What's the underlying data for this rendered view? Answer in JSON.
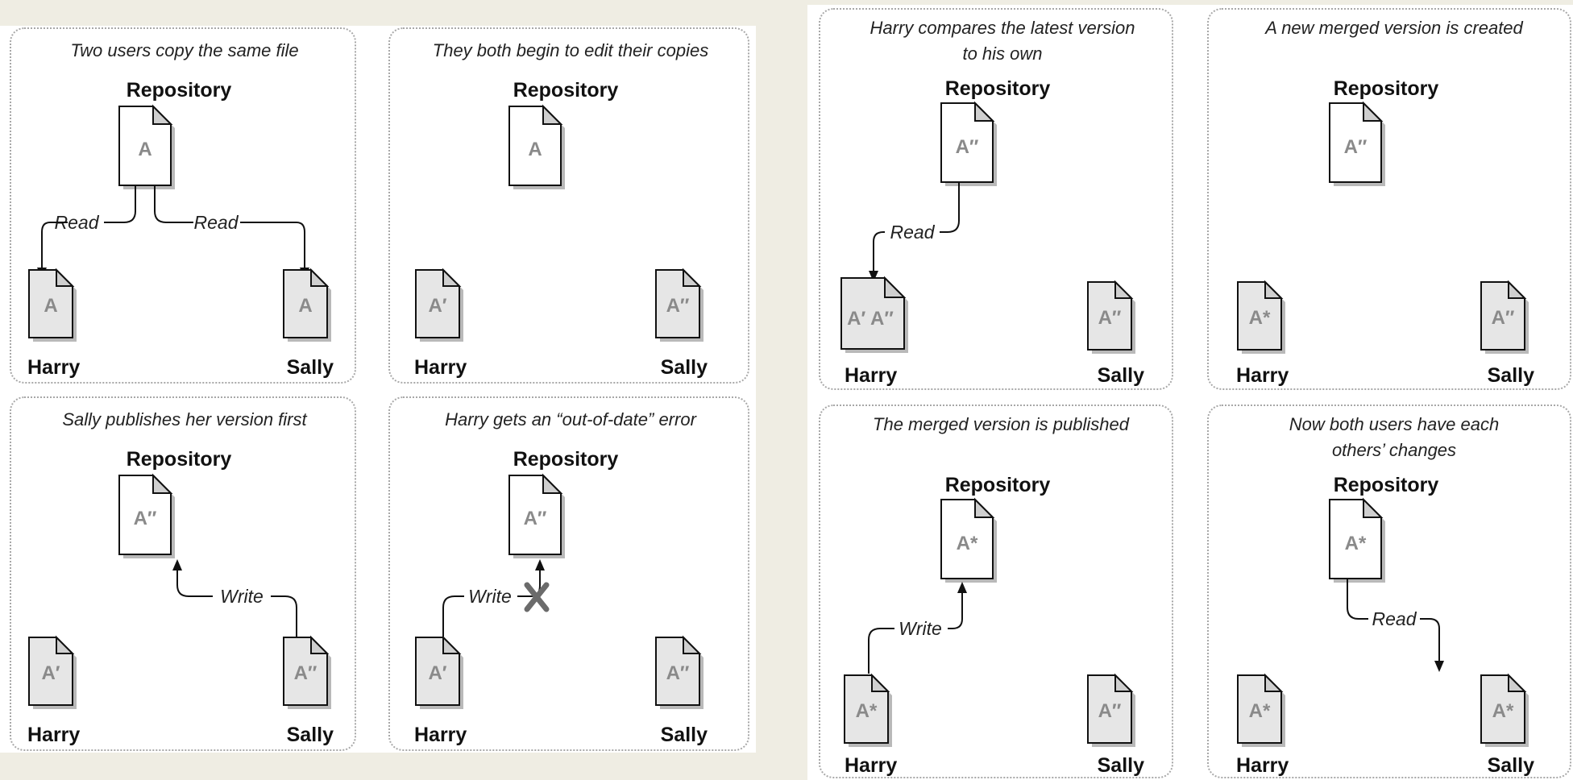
{
  "labels": {
    "repository": "Repository",
    "harry": "Harry",
    "sally": "Sally",
    "read": "Read",
    "write": "Write"
  },
  "panels": [
    {
      "caption": [
        "Two users copy the same file"
      ],
      "repo_doc": "A",
      "harry_doc": "A",
      "sally_doc": "A"
    },
    {
      "caption": [
        "They both begin to edit their copies"
      ],
      "repo_doc": "A",
      "harry_doc": "A′",
      "sally_doc": "A″"
    },
    {
      "caption": [
        "Sally publishes her version first"
      ],
      "repo_doc": "A″",
      "harry_doc": "A′",
      "sally_doc": "A″"
    },
    {
      "caption": [
        "Harry gets an “out-of-date” error"
      ],
      "repo_doc": "A″",
      "harry_doc": "A′",
      "sally_doc": "A″"
    },
    {
      "caption": [
        "Harry compares the latest version",
        "to his own"
      ],
      "repo_doc": "A″",
      "harry_doc": "A′ A″",
      "sally_doc": "A″"
    },
    {
      "caption": [
        "A new merged version is created"
      ],
      "repo_doc": "A″",
      "harry_doc": "A*",
      "sally_doc": "A″"
    },
    {
      "caption": [
        "The merged version is published"
      ],
      "repo_doc": "A*",
      "harry_doc": "A*",
      "sally_doc": "A″"
    },
    {
      "caption": [
        "Now both users have each",
        "others’ changes"
      ],
      "repo_doc": "A*",
      "harry_doc": "A*",
      "sally_doc": "A*"
    }
  ]
}
